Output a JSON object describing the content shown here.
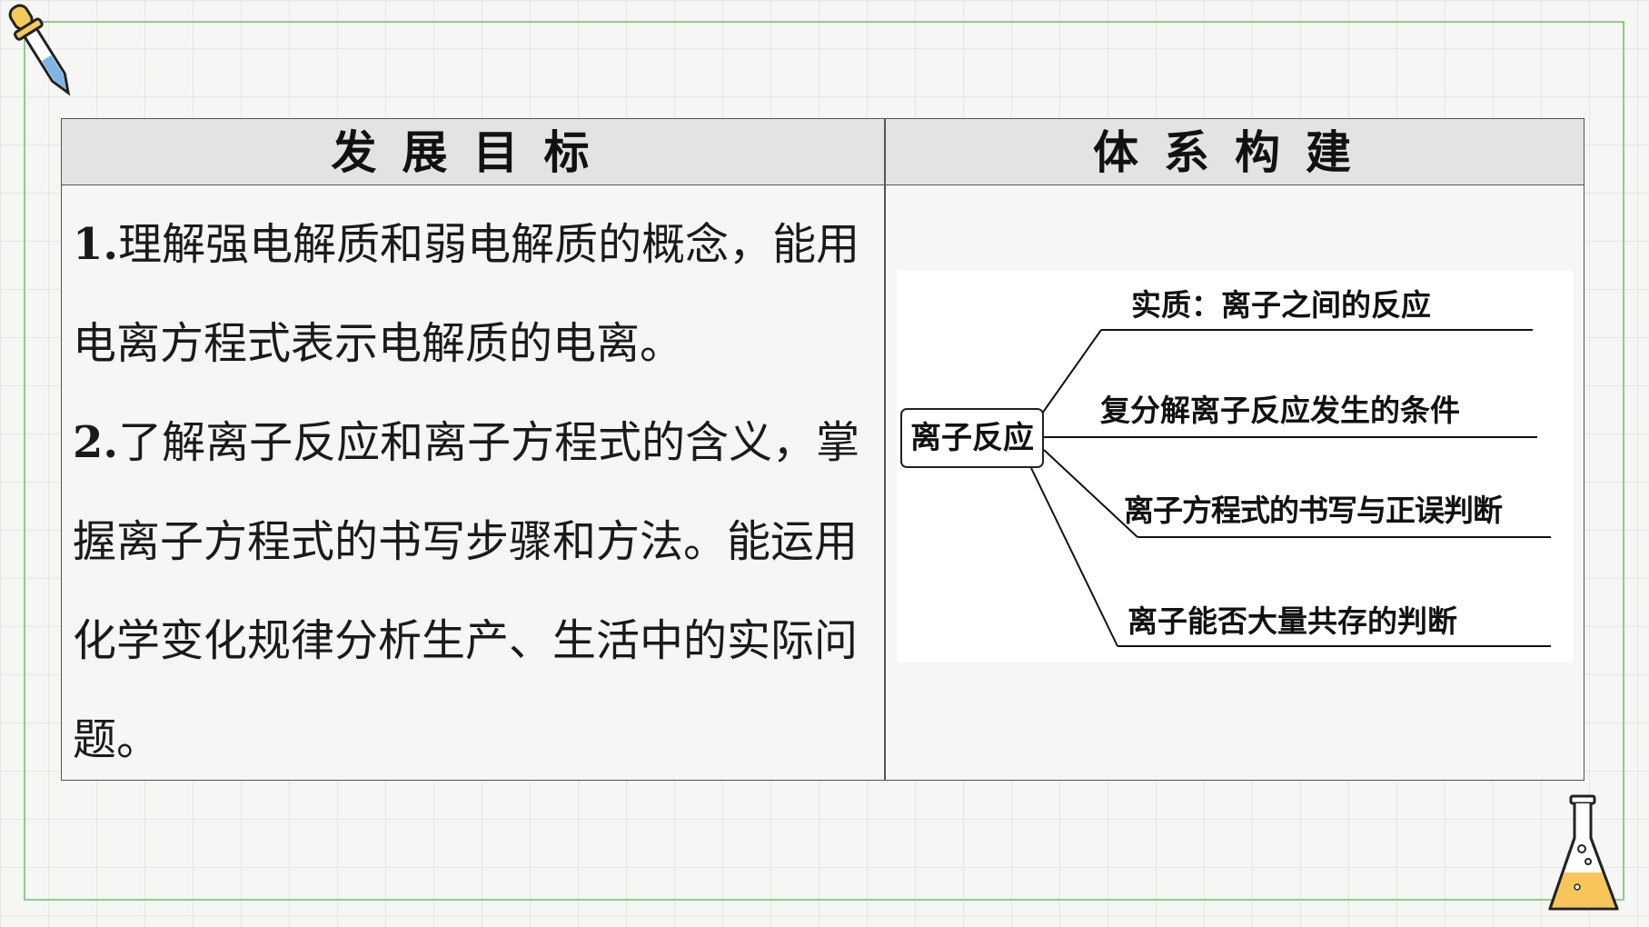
{
  "table": {
    "headers": [
      "发展目标",
      "体系构建"
    ],
    "goals": [
      {
        "num": "1.",
        "text": "理解强电解质和弱电解质的概念，能用电离方程式表示电解质的电离。"
      },
      {
        "num": "2.",
        "text": "了解离子反应和离子方程式的含义，掌握离子方程式的书写步骤和方法。能运用化学变化规律分析生产、生活中的实际问题。"
      }
    ]
  },
  "mindmap": {
    "root": "离子反应",
    "branches": [
      "实质：离子之间的反应",
      "复分解离子反应发生的条件",
      "离子方程式的书写与正误判断",
      "离子能否大量共存的判断"
    ]
  },
  "colors": {
    "frame_border": "#8ccf8a",
    "header_bg": "#e3e3e3",
    "flask_liquid": "#f7c65a",
    "pipette_bulb": "#f5c95b",
    "pipette_liquid": "#7fb4e6"
  },
  "icons": [
    "pipette-icon",
    "flask-icon"
  ]
}
